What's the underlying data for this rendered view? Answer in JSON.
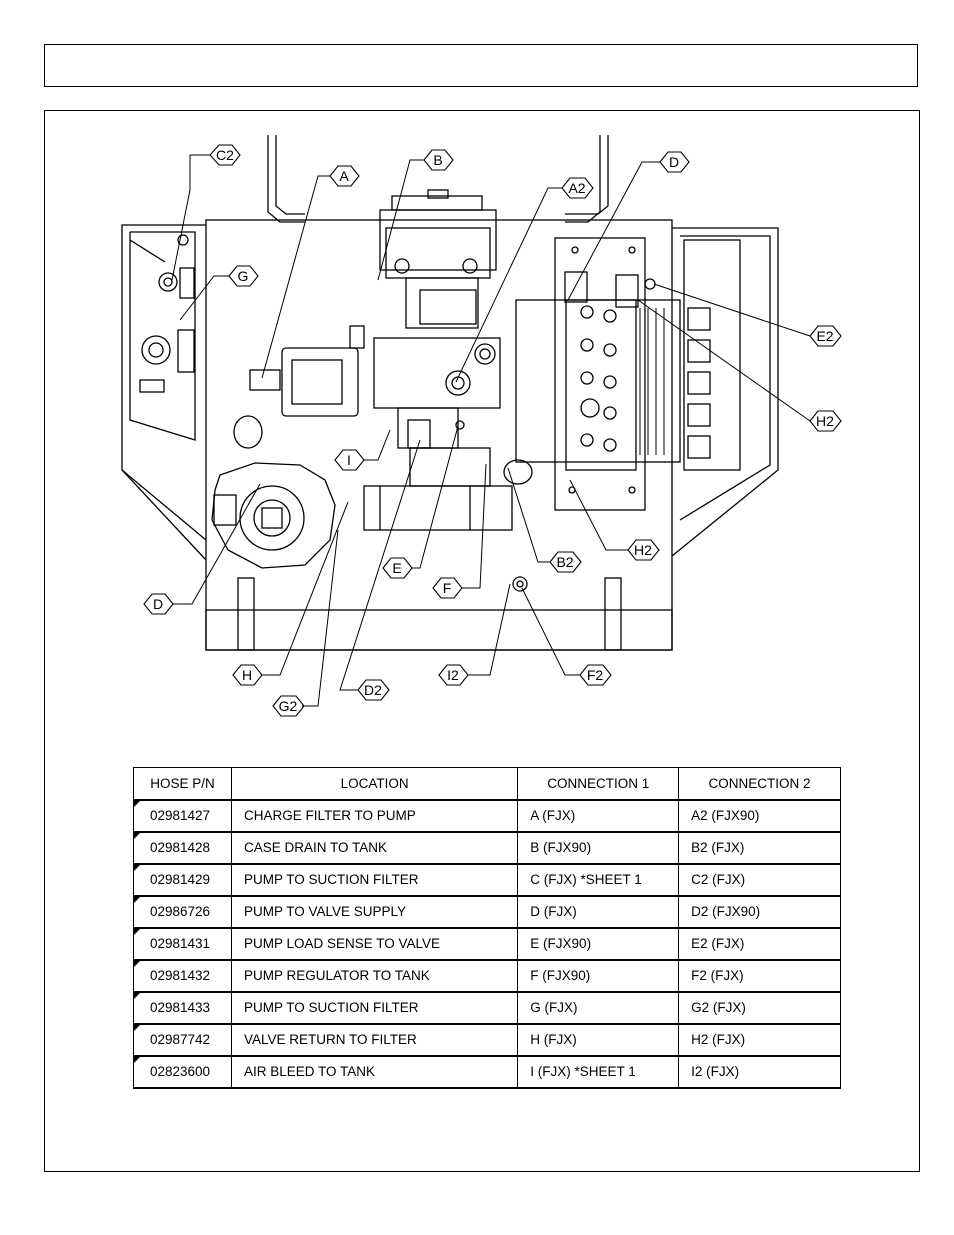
{
  "labels": [
    {
      "id": "C2",
      "text": "C2"
    },
    {
      "id": "A",
      "text": "A"
    },
    {
      "id": "B",
      "text": "B"
    },
    {
      "id": "A2",
      "text": "A2"
    },
    {
      "id": "D_top",
      "text": "D"
    },
    {
      "id": "G",
      "text": "G"
    },
    {
      "id": "E2",
      "text": "E2"
    },
    {
      "id": "H2",
      "text": "H2"
    },
    {
      "id": "I",
      "text": "I"
    },
    {
      "id": "H2_lower",
      "text": "H2"
    },
    {
      "id": "B2",
      "text": "B2"
    },
    {
      "id": "E",
      "text": "E"
    },
    {
      "id": "F",
      "text": "F"
    },
    {
      "id": "D_bottom",
      "text": "D"
    },
    {
      "id": "H",
      "text": "H"
    },
    {
      "id": "I2",
      "text": "I2"
    },
    {
      "id": "F2",
      "text": "F2"
    },
    {
      "id": "D2",
      "text": "D2"
    },
    {
      "id": "G2",
      "text": "G2"
    }
  ],
  "table": {
    "headers": [
      "HOSE P/N",
      "LOCATION",
      "CONNECTION 1",
      "CONNECTION 2"
    ],
    "rows": [
      [
        "02981427",
        "CHARGE FILTER TO PUMP",
        "A (FJX)",
        "A2 (FJX90)"
      ],
      [
        "02981428",
        "CASE DRAIN TO TANK",
        "B (FJX90)",
        "B2 (FJX)"
      ],
      [
        "02981429",
        "PUMP TO SUCTION FILTER",
        "C (FJX) *SHEET 1",
        "C2 (FJX)"
      ],
      [
        "02986726",
        "PUMP TO VALVE SUPPLY",
        "D (FJX)",
        "D2 (FJX90)"
      ],
      [
        "02981431",
        "PUMP LOAD SENSE TO VALVE",
        "E (FJX90)",
        "E2 (FJX)"
      ],
      [
        "02981432",
        "PUMP REGULATOR TO TANK",
        "F (FJX90)",
        "F2 (FJX)"
      ],
      [
        "02981433",
        "PUMP TO SUCTION FILTER",
        "G (FJX)",
        "G2 (FJX)"
      ],
      [
        "02987742",
        "VALVE RETURN TO FILTER",
        "H (FJX)",
        "H2 (FJX)"
      ],
      [
        "02823600",
        "AIR BLEED TO TANK",
        "I (FJX)  *SHEET 1",
        "I2 (FJX)"
      ]
    ]
  }
}
